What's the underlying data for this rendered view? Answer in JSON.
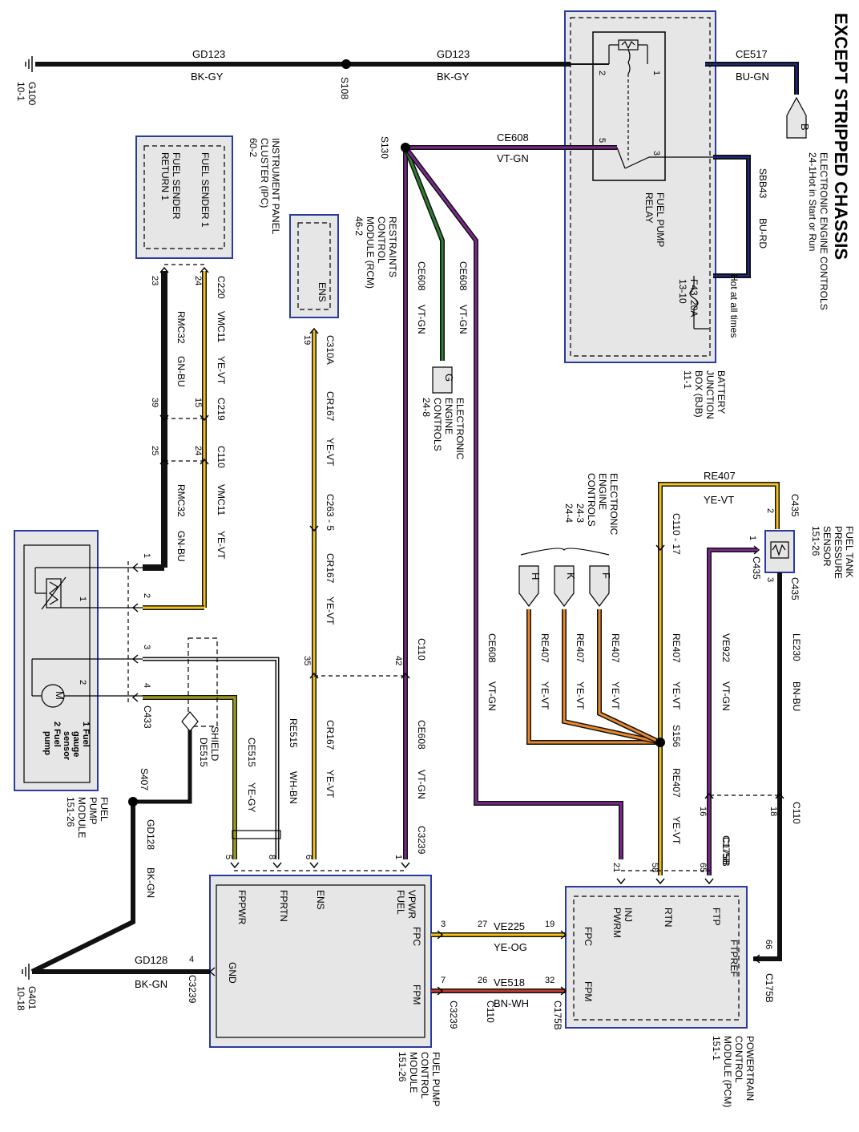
{
  "title": "EXCEPT STRIPPED CHASSIS",
  "grounds": {
    "g100": {
      "name": "G100",
      "page": "10-1"
    },
    "g401": {
      "name": "G401",
      "page": "10-18"
    }
  },
  "splices": {
    "s108": "S108",
    "s130": "S130",
    "s156": "S156",
    "s407": "S407"
  },
  "top_wire": {
    "circuit": "GD123",
    "color": "BK-GY",
    "circuit_b": "GD123",
    "color_b": "BK-GY"
  },
  "bjb": {
    "name_line1": "BATTERY",
    "name_line2": "JUNCTION",
    "name_line3": "BOX (BJB)",
    "page": "11-1",
    "relay_line1": "FUEL PUMP",
    "relay_line2": "RELAY",
    "pin1": "1",
    "pin2": "2",
    "pin3": "3",
    "pin5": "5",
    "fuse_line1": "F43",
    "fuse_line2": "13-10",
    "fuse_rating": "20A",
    "hot_note": "Hot at all times",
    "sbb_circuit": "SBB43",
    "sbb_color": "BU-RD"
  },
  "ce517": {
    "circuit": "CE517",
    "color": "BU-GN"
  },
  "ece_b": {
    "letter": "B",
    "line1": "ELECTRONIC ENGINE CONTROLS",
    "line2": "24-1",
    "line3": "Hot in Start or Run"
  },
  "ce608": {
    "circuit": "CE608",
    "color": "VT-GN"
  },
  "ece_g": {
    "letter": "G",
    "line1": "ELECTRONIC",
    "line2": "ENGINE",
    "line3": "CONTROLS",
    "page": "24-8"
  },
  "ipc": {
    "title1": "INSTRUMENT PANEL",
    "title2": "CLUSTER (IPC)",
    "page": "60-2",
    "sender1": "FUEL SENDER 1",
    "return1": "FUEL SENDER",
    "return2": "RETURN 1"
  },
  "rcm": {
    "title1": "RESTRAINTS",
    "title2": "CONTROL",
    "title3": "MODULE (RCM)",
    "page": "46-2",
    "pin_label": "ENS"
  },
  "ipc_wires": {
    "c220": "C220",
    "pin24": "24",
    "pin23": "23",
    "vmc11": "VMC11",
    "yevt": "YE-VT",
    "rmc32": "RMC32",
    "gnbu": "GN-BU",
    "c219": "C219",
    "pin15": "15",
    "pin39": "39",
    "c110": "C110",
    "pin24b": "24",
    "pin25": "25"
  },
  "rcm_wires": {
    "c310a": "C310A",
    "pin19": "19",
    "cr167": "CR167",
    "color": "YE-VT",
    "c263": "C263 - 5",
    "pin35": "35"
  },
  "c110_mid": {
    "label": "C110",
    "pin42": "42"
  },
  "fuel_pump_module": {
    "title1": "FUEL",
    "title2": "PUMP",
    "title3": "MODULE",
    "page": "151-26",
    "legend1": "1 Fuel",
    "legend2": "gauge",
    "legend3": "sensor",
    "legend4": "2 Fuel",
    "legend5": "pump",
    "pin1": "1",
    "pin2": "2",
    "pin3": "3",
    "pin4": "4",
    "inner1": "1",
    "inner2": "2",
    "connector": "C433",
    "motor": "M"
  },
  "shield": {
    "label": "SHIELD",
    "circuit": "DE515"
  },
  "fpcm_wires": {
    "ce515": "CE515",
    "yegy": "YE-GY",
    "re515": "RE515",
    "whbn": "WH-BN",
    "gd128": "GD128",
    "bkgn": "BK-GN",
    "gd128b": "GD128",
    "bkgnb": "BK-GN",
    "pin5": "5",
    "pin8": "8",
    "pin6": "6",
    "pin1": "1",
    "pin4": "4",
    "c3239": "C3239",
    "c3239b": "C3239"
  },
  "fpcm": {
    "title1": "FUEL PUMP",
    "title2": "CONTROL",
    "title3": "MODULE",
    "page": "151-26",
    "fppwr": "FPPWR",
    "fprtn": "FPRTN",
    "ens": "ENS",
    "vpwr1": "VPWR",
    "vpwr2": "FUEL",
    "gnd": "GND",
    "fpc": "FPC",
    "fpm": "FPM"
  },
  "pcm": {
    "title1": "POWERTRAIN",
    "title2": "CONTROL",
    "title3": "MODULE (PCM)",
    "page": "151-1",
    "ftp": "FTP",
    "ftpref": "FTPREF",
    "fpc": "FPC",
    "fpm": "FPM",
    "rtn": "RTN",
    "inj1": "INJ",
    "inj2": "PWRM",
    "pin21": "21",
    "pin58": "58",
    "pin65": "65",
    "pin66": "66",
    "c175b": "C175B",
    "c175b_b": "C175B",
    "c175b_c": "C175B"
  },
  "fpc_fpm_wires": {
    "ve225": "VE225",
    "yeog": "YE-OG",
    "ve518": "VE518",
    "bnwh": "BN-WH",
    "pin3": "3",
    "pin27": "27",
    "pin19": "19",
    "pin7": "7",
    "pin26": "26",
    "pin32": "32",
    "c110": "C110"
  },
  "ftps": {
    "title1": "FUEL TANK",
    "title2": "PRESSURE",
    "title3": "SENSOR",
    "page": "151-26",
    "pin1": "1",
    "pin2": "2",
    "pin3": "3",
    "c435": "C435",
    "c435b": "C435",
    "c435c": "C435"
  },
  "re407": {
    "circuit": "RE407",
    "color": "YE-VT",
    "circuit_b": "RE407",
    "color_b": "YE-VT",
    "circuit_c": "RE407",
    "color_c": "YE-VT",
    "circuit_h": "RE407",
    "color_h": "YE-VT",
    "circuit_k": "RE407",
    "color_k": "YE-VT",
    "circuit_f": "RE407",
    "color_f": "YE-VT",
    "c110_17": "C110 - 17"
  },
  "ece_hkf": {
    "line1": "ELECTRONIC",
    "line2": "ENGINE",
    "line3": "CONTROLS",
    "page1": "24-3",
    "page2": "24-4",
    "h": "H",
    "k": "K",
    "f": "F"
  },
  "ve922": {
    "circuit": "VE922",
    "color": "VT-GN",
    "pin16": "16"
  },
  "le230": {
    "circuit": "LE230",
    "color": "BN-BU",
    "pin18": "18",
    "c110": "C110"
  },
  "ce608_long": {
    "circuit": "CE608",
    "color": "VT-GN"
  },
  "ce608_left": {
    "circuit": "CE608",
    "color": "VT-GN"
  },
  "ce608_low": {
    "circuit": "CE608",
    "color": "VT-GN"
  },
  "colors": {
    "black": "#111111",
    "yellow": "#f2c21a",
    "violet": "#7a2a8c",
    "green": "#2e7d32",
    "blue": "#1b2a8a",
    "red": "#c0392b",
    "orange": "#e8862a",
    "brown": "#7a4a1e",
    "white": "#eeeeee",
    "boxfill": "#e6e6e6",
    "boxstroke": "#2a3aa0"
  }
}
